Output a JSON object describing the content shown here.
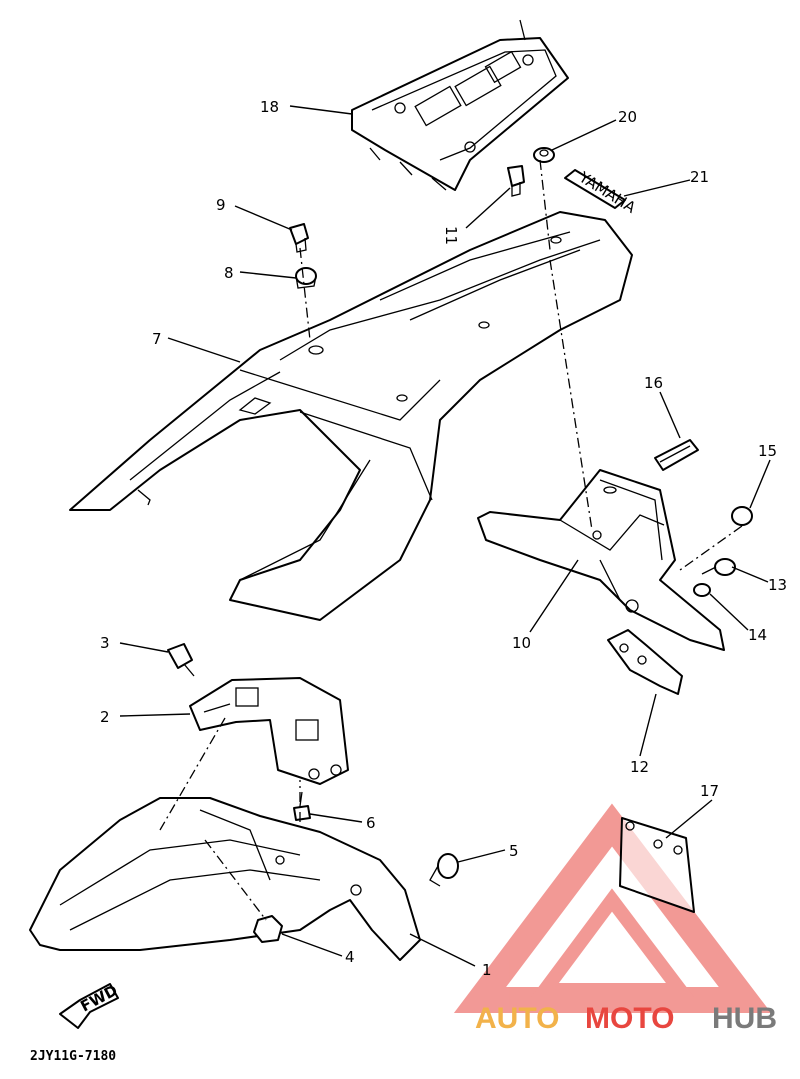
{
  "diagram": {
    "part_labels": [
      {
        "id": "1",
        "text": "1"
      },
      {
        "id": "2",
        "text": "2"
      },
      {
        "id": "3",
        "text": "3"
      },
      {
        "id": "4",
        "text": "4"
      },
      {
        "id": "5",
        "text": "5"
      },
      {
        "id": "6",
        "text": "6"
      },
      {
        "id": "7",
        "text": "7"
      },
      {
        "id": "8",
        "text": "8"
      },
      {
        "id": "9",
        "text": "9"
      },
      {
        "id": "10",
        "text": "10"
      },
      {
        "id": "11",
        "text": "11"
      },
      {
        "id": "12",
        "text": "12"
      },
      {
        "id": "13",
        "text": "13"
      },
      {
        "id": "14",
        "text": "14"
      },
      {
        "id": "15",
        "text": "15"
      },
      {
        "id": "16",
        "text": "16"
      },
      {
        "id": "17",
        "text": "17"
      },
      {
        "id": "18",
        "text": "18"
      },
      {
        "id": "20",
        "text": "20"
      },
      {
        "id": "21",
        "text": "21"
      }
    ],
    "fwd_arrow_text": "FWD",
    "decal_text": "YAMAHA",
    "drawing_code": "2JY11G-7180"
  },
  "watermark": {
    "auto": "AUTO",
    "moto": "MOTO",
    "hub": "HUB",
    "color_auto": "#f2b24a",
    "color_moto": "#e8463f",
    "color_hub": "#7a7a7a"
  }
}
